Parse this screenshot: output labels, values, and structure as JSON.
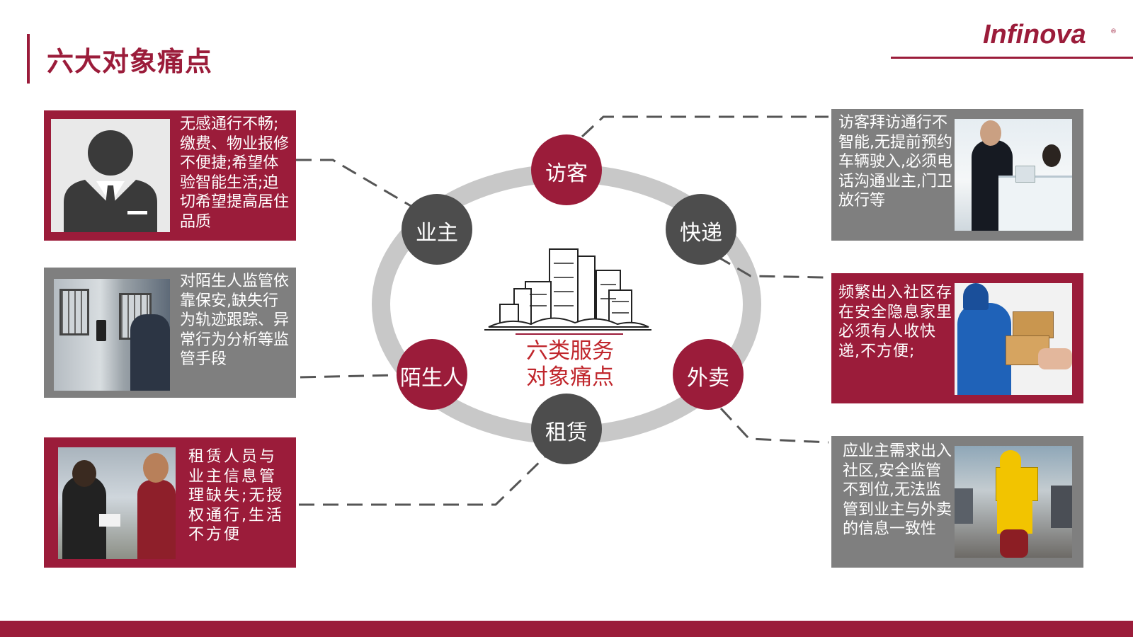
{
  "header": {
    "title": "六大对象痛点"
  },
  "logo": {
    "text": "Infinova",
    "registered": "®"
  },
  "center": {
    "line1": "六类服务",
    "line2": "对象痛点"
  },
  "nodes": {
    "visitor": "访客",
    "owner": "业主",
    "express": "快递",
    "stranger": "陌生人",
    "takeout": "外卖",
    "rental": "租赁"
  },
  "panels": {
    "owner": "无感通行不畅;缴费、物业报修不便捷;希望体验智能生活;迫切希望提高居住品质",
    "stranger": "对陌生人监管依靠保安,缺失行为轨迹跟踪、异常行为分析等监管手段",
    "rental": "租赁人员与业主信息管理缺失;无授权通行,生活不方便",
    "visitor": "访客拜访通行不智能,无提前预约车辆驶入,必须电话沟通业主,门卫放行等",
    "express": "频繁出入社区存在安全隐息家里必须有人收快递,不方便;",
    "takeout": "应业主需求出入社区,安全监管不到位,无法监管到业主与外卖的信息一致性"
  },
  "colors": {
    "brand": "#9b1c3a",
    "gray": "#7f7f7f",
    "node_gray": "#4d4d4d",
    "ring": "#c8c8c8",
    "center_text": "#c0272d"
  },
  "icons": [
    "business-person-icon",
    "city-buildings-icon"
  ]
}
